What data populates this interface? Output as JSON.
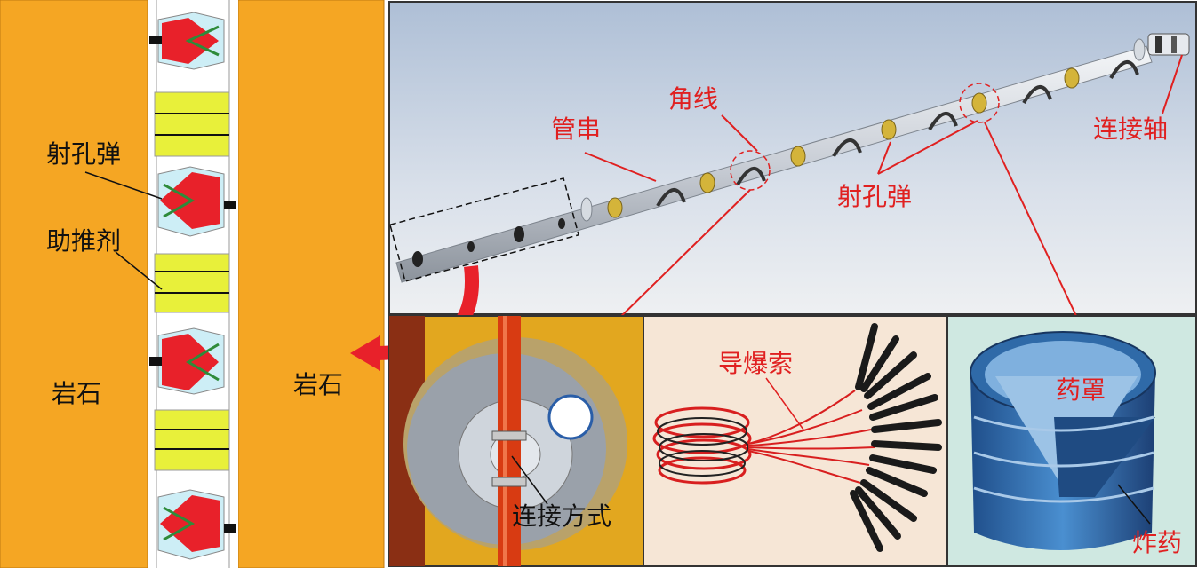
{
  "left_panel": {
    "labels": {
      "perforating_charge": "射孔弹",
      "booster": "助推剂",
      "rock_left": "岩石",
      "rock_right": "岩石"
    }
  },
  "top_panel": {
    "labels": {
      "tube_string": "管串",
      "angle_line": "角线",
      "perforating_charge": "射孔弹",
      "connecting_shaft": "连接轴"
    }
  },
  "bottom_panels": {
    "connection": {
      "label": "连接方式"
    },
    "detonating_cord": {
      "label": "导爆索"
    },
    "charge_section": {
      "liner_label": "药罩",
      "explosive_label": "炸药"
    }
  },
  "colors": {
    "rock": "#f5a623",
    "charge_case": "#e8212a",
    "booster": "#e8f03a",
    "liner_blue": "#3a86c6",
    "annotation_red": "#e02020"
  }
}
